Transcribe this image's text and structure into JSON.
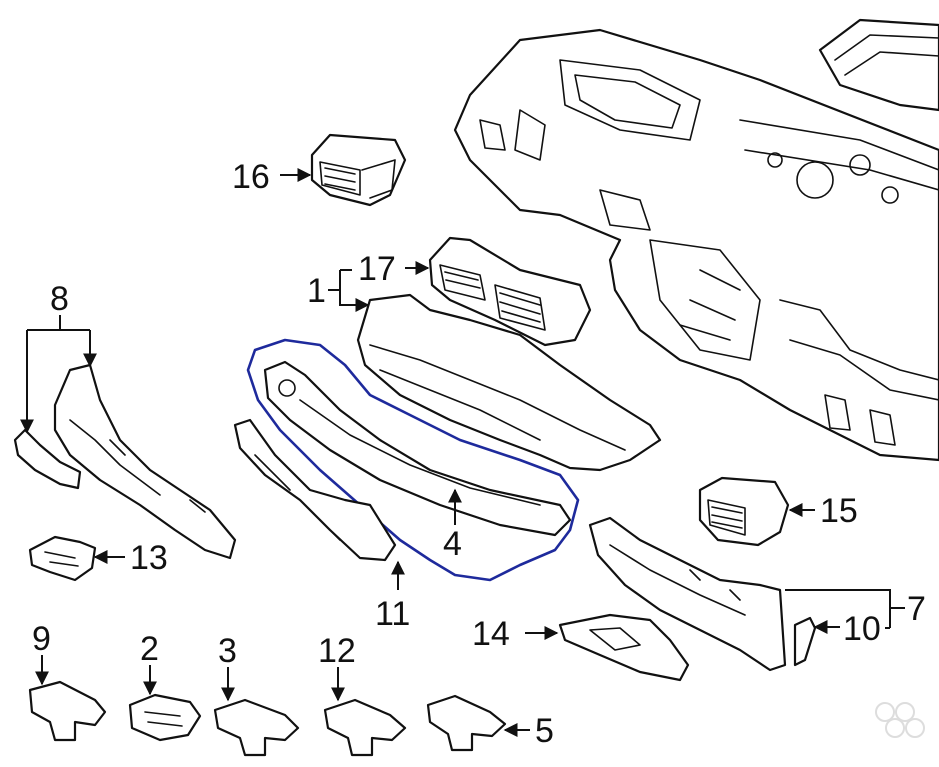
{
  "diagram": {
    "callouts": [
      {
        "id": "c1",
        "label": "1"
      },
      {
        "id": "c2",
        "label": "2"
      },
      {
        "id": "c3",
        "label": "3"
      },
      {
        "id": "c4",
        "label": "4"
      },
      {
        "id": "c5",
        "label": "5"
      },
      {
        "id": "c7",
        "label": "7"
      },
      {
        "id": "c8",
        "label": "8"
      },
      {
        "id": "c9",
        "label": "9"
      },
      {
        "id": "c10",
        "label": "10"
      },
      {
        "id": "c11",
        "label": "11"
      },
      {
        "id": "c12",
        "label": "12"
      },
      {
        "id": "c13",
        "label": "13"
      },
      {
        "id": "c14",
        "label": "14"
      },
      {
        "id": "c15",
        "label": "15"
      },
      {
        "id": "c16",
        "label": "16"
      },
      {
        "id": "c17",
        "label": "17"
      }
    ],
    "colors": {
      "line": "#111111",
      "background": "#ffffff",
      "highlight_outline": "#1e2a9c",
      "watermark": "#dddddd"
    }
  }
}
